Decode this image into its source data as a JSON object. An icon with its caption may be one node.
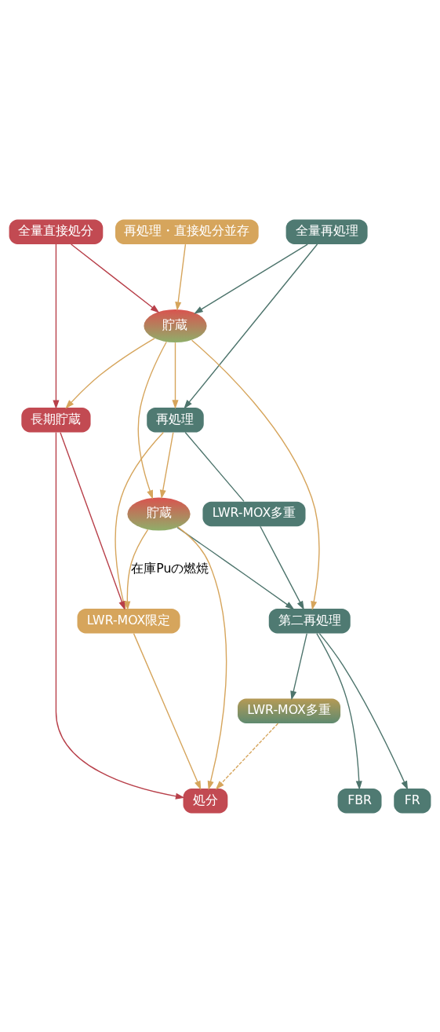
{
  "diagram": {
    "nodes": [
      {
        "text": [
          "全量直接処分"
        ]
      },
      {
        "text": [
          "再処理・直接処分並存"
        ]
      },
      {
        "text": [
          "全量再処理"
        ]
      },
      {
        "text": [
          "貯蔵"
        ]
      },
      {
        "text": [
          "再処理"
        ]
      },
      {
        "text": [
          "長期貯蔵"
        ]
      },
      {
        "text": [
          "LWR-MOX多重"
        ]
      },
      {
        "text": [
          "貯蔵"
        ]
      },
      {
        "text": [
          "LWR-MOX限定"
        ]
      },
      {
        "text": [
          "第二再処理"
        ]
      },
      {
        "text": [
          "LWR-MOX多重"
        ]
      },
      {
        "text": [
          "処分"
        ]
      },
      {
        "text": [
          "FBR"
        ]
      },
      {
        "text": [
          "FR"
        ]
      }
    ],
    "edges": [
      {
        "from": 0,
        "to": 3,
        "arrow": "to",
        "color": "#b8404a"
      },
      {
        "from": 1,
        "to": 3,
        "arrow": "to"
      },
      {
        "from": 2,
        "to": 3,
        "arrow": "to",
        "color": "#4d746c"
      },
      {
        "from": 2,
        "to": 4,
        "arrow": "to",
        "color": "#4d746c"
      },
      {
        "from": 0,
        "to": 5,
        "arrow": "to",
        "color": "#b8404a"
      },
      {
        "from": 3,
        "to": 5,
        "arrow": "to"
      },
      {
        "from": 3,
        "to": 4,
        "arrow": "to"
      },
      {
        "from": 3,
        "to": 7,
        "arrow": "to"
      },
      {
        "from": 3,
        "to": 9,
        "arrow": "to"
      },
      {
        "from": 4,
        "to": 8,
        "arrow": "to"
      },
      {
        "from": 4,
        "to": 7,
        "arrow": "to"
      },
      {
        "from": 4,
        "to": 6,
        "arrow": "none",
        "color": "#4d746c"
      },
      {
        "from": 6,
        "to": 9,
        "arrow": "to",
        "color": "#4d746c"
      },
      {
        "from": 5,
        "to": 8,
        "arrow": "to",
        "color": "#b8404a"
      },
      {
        "from": 7,
        "to": 8,
        "arrow": "to",
        "label": "在庫Puの燃焼"
      },
      {
        "from": 7,
        "to": 9,
        "arrow": "to",
        "color": "#4d746c"
      },
      {
        "from": 9,
        "to": 10,
        "arrow": "to",
        "color": "#4d746c"
      },
      {
        "from": 9,
        "to": 12,
        "arrow": "to",
        "color": "#4d746c"
      },
      {
        "from": 9,
        "to": 13,
        "arrow": "to",
        "color": "#4d746c"
      },
      {
        "from": 5,
        "to": 11,
        "arrow": "to",
        "color": "#b8404a"
      },
      {
        "from": 8,
        "to": 11,
        "arrow": "to"
      },
      {
        "from": 7,
        "to": 11,
        "arrow": "to"
      },
      {
        "from": 10,
        "to": 11,
        "arrow": "to",
        "style": "dashed"
      }
    ]
  }
}
